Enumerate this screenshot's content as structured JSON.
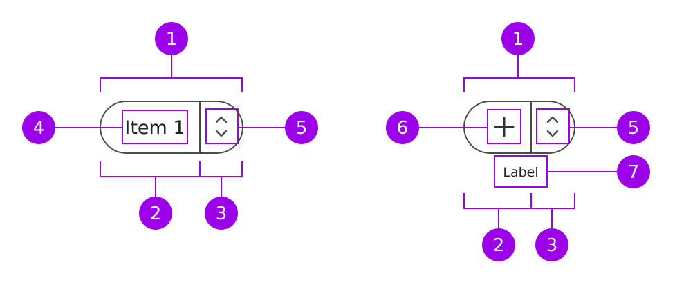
{
  "colors": {
    "accent": "#9b00e8",
    "outline": "#4a4a4a",
    "marker_text": "#ffffff"
  },
  "left_diagram": {
    "item_text": "Item 1",
    "markers": {
      "m1": "1",
      "m2": "2",
      "m3": "3",
      "m4": "4",
      "m5": "5"
    },
    "icons": [
      "chevron-up-icon",
      "chevron-down-icon"
    ]
  },
  "right_diagram": {
    "label_text": "Label",
    "markers": {
      "m1": "1",
      "m2": "2",
      "m3": "3",
      "m5": "5",
      "m6": "6",
      "m7": "7"
    },
    "icons": [
      "plus-icon",
      "chevron-up-icon",
      "chevron-down-icon"
    ]
  }
}
